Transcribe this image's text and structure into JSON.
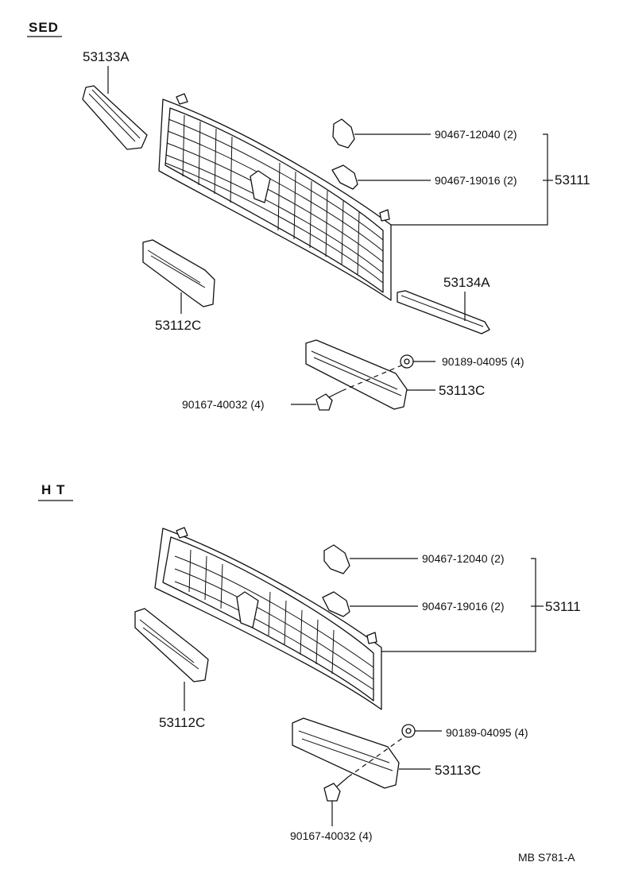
{
  "sections": [
    {
      "heading": "SED",
      "labels": {
        "bracket_left": "53133A",
        "clip_a": "90467-12040 (2)",
        "clip_b": "90467-19016 (2)",
        "grille": "53111",
        "lamp_left": "53112C",
        "bracket_right": "53134A",
        "nut": "90189-04095 (4)",
        "lamp_right": "53113C",
        "screw": "90167-40032 (4)"
      }
    },
    {
      "heading": "H T",
      "labels": {
        "clip_a": "90467-12040 (2)",
        "clip_b": "90467-19016 (2)",
        "grille": "53111",
        "lamp_left": "53112C",
        "nut": "90189-04095 (4)",
        "lamp_right": "53113C",
        "screw": "90167-40032 (4)"
      }
    }
  ],
  "footer": {
    "code": "MB  S781-A"
  }
}
